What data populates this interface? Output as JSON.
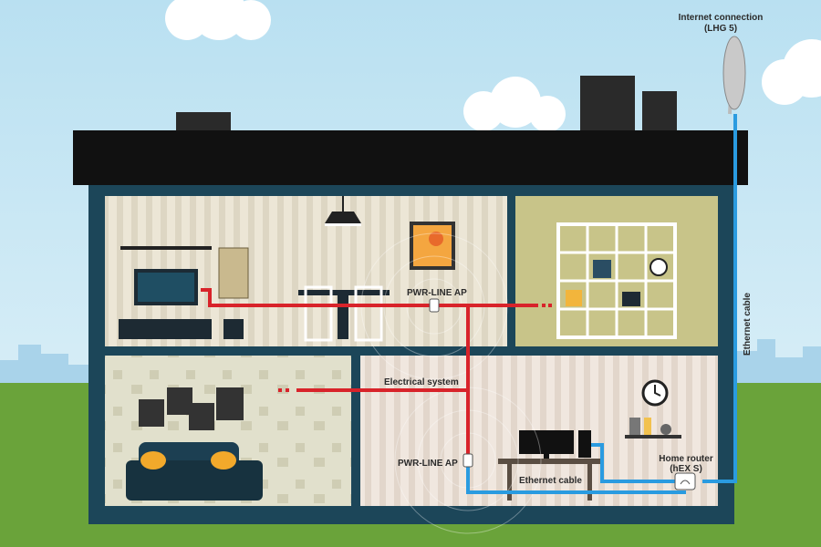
{
  "labels": {
    "internet_connection": "Internet connection",
    "internet_device": "(LHG 5)",
    "pwr_line_ap_top": "PWR-LINE AP",
    "electrical_system": "Electrical system",
    "pwr_line_ap_bottom": "PWR-LINE AP",
    "ethernet_cable_bottom": "Ethernet cable",
    "home_router": "Home router",
    "home_router_device": "(hEX S)",
    "ethernet_cable_vertical": "Ethernet cable"
  },
  "colors": {
    "sky": "#cde9f4",
    "grass": "#6aa33a",
    "house_wall": "#1c4659",
    "roof": "#111111",
    "electrical_line": "#d8232a",
    "ethernet_line": "#2a9be0"
  }
}
